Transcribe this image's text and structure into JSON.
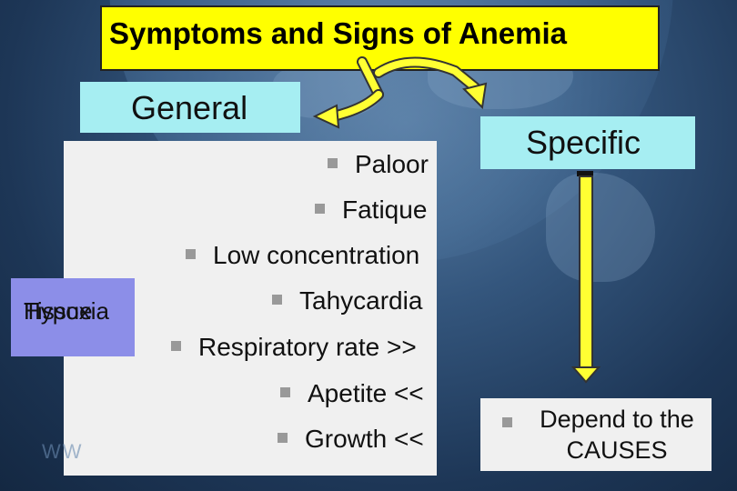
{
  "title": "Symptoms and Signs of Anemia",
  "general_label": "General",
  "specific_label": "Specific",
  "hypoxia_label": [
    "Tissue",
    "Hypoxia"
  ],
  "symptoms": [
    "Paloor",
    "Fatique",
    "Low concentration",
    "Tahycardia",
    "Respiratory rate >>",
    "Apetite <<",
    "Growth <<"
  ],
  "causes_label": [
    "Depend to the",
    "CAUSES"
  ],
  "watermark": "WW",
  "colors": {
    "title_bg": "#ffff00",
    "label_bg": "#a6eef2",
    "hypoxia_bg": "#8c8ee8",
    "arrow": "#ffff33"
  }
}
